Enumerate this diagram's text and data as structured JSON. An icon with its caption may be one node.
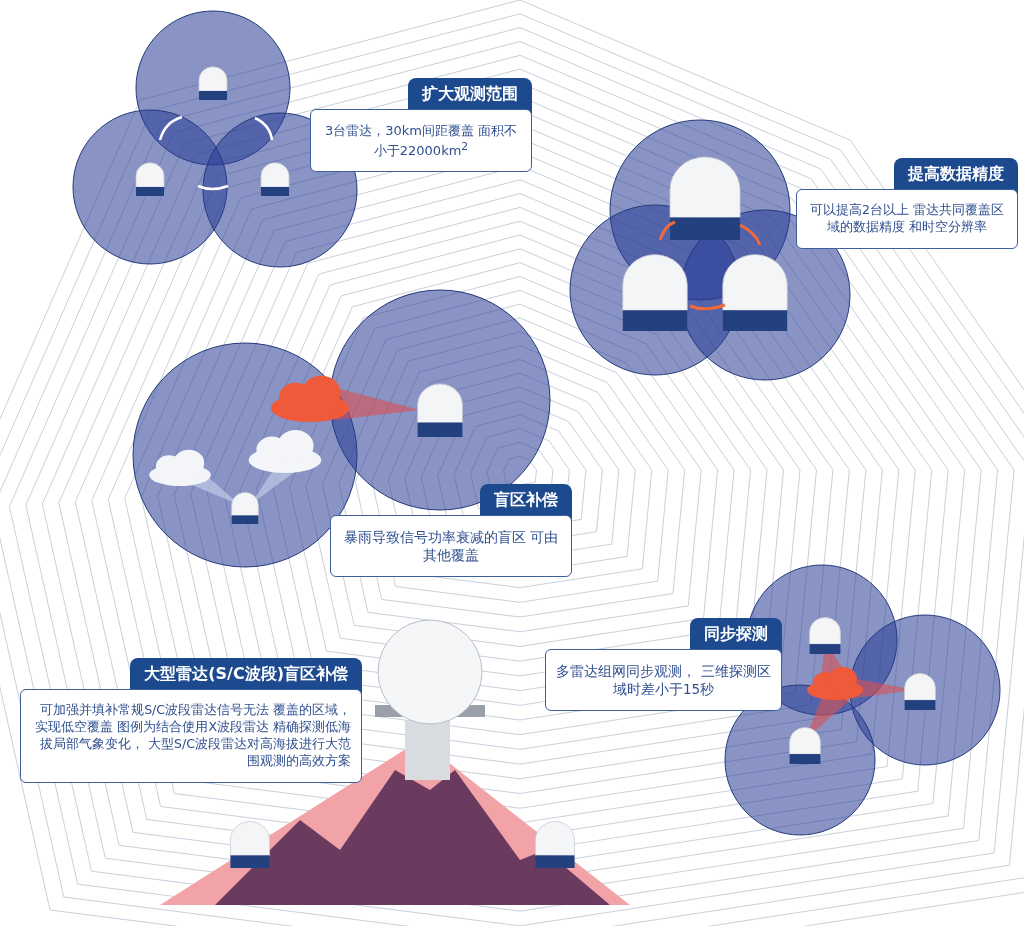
{
  "diagram": {
    "nodes": [
      {
        "text": [
          "扩大观测范围",
          "3台雷达，30km间距覆盖 面积不小于22000km$^{2}$"
        ]
      },
      {
        "text": [
          "提高数据精度",
          "可以提高2台以上 雷达共同覆盖区域的数据精度 和时空分辨率"
        ]
      },
      {
        "text": [
          "盲区补偿",
          "暴雨导致信号功率衰减的盲区 可由其他覆盖"
        ]
      },
      {
        "text": [
          "同步探测",
          "多雷达组网同步观测， 三维探测区域时差小于15秒"
        ]
      },
      {
        "text": [
          "大型雷达(S/C波段)盲区补偿",
          "可加强并填补常规S/C波段雷达信号无法 覆盖的区域，实现低空覆盖 图例为结合使用X波段雷达 精确探测低海拔局部气象变化， 大型S/C波段雷达对高海拔进行大范围观测的高效方案"
        ]
      }
    ]
  }
}
